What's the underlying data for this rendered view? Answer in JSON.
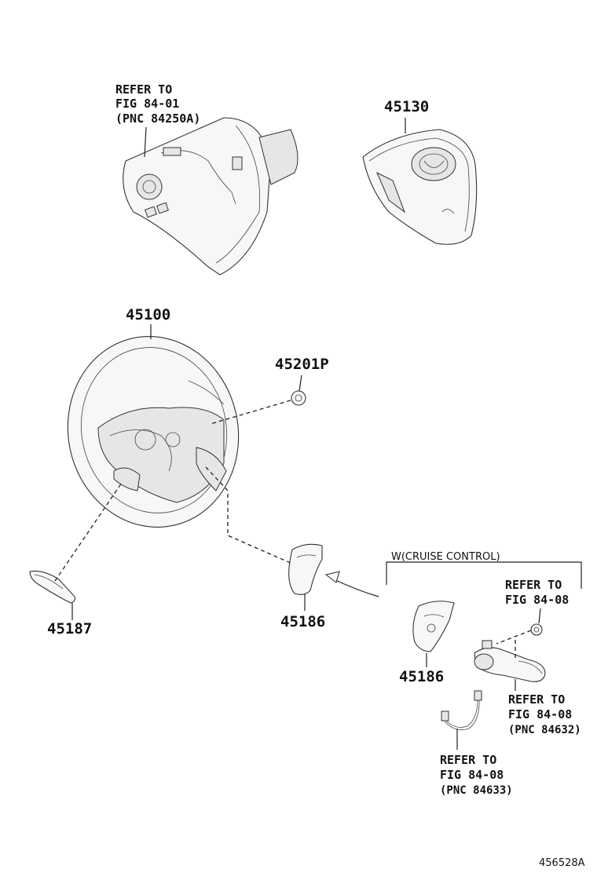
{
  "labels": {
    "refer_84_01": [
      "REFER TO",
      "FIG 84-01",
      "(PNC 84250A)"
    ],
    "pn_45130": "45130",
    "pn_45100": "45100",
    "pn_45201P": "45201P",
    "pn_45187": "45187",
    "pn_45186_a": "45186",
    "pn_45186_b": "45186",
    "cruise_group": "W(CRUISE CONTROL)",
    "refer_84_08_a": [
      "REFER TO",
      "FIG 84-08"
    ],
    "refer_84_08_b": [
      "REFER TO",
      "FIG 84-08",
      "(PNC 84632)"
    ],
    "refer_84_08_c": [
      "REFER TO",
      "FIG 84-08",
      "(PNC 84633)"
    ],
    "figure_code": "456528A"
  }
}
